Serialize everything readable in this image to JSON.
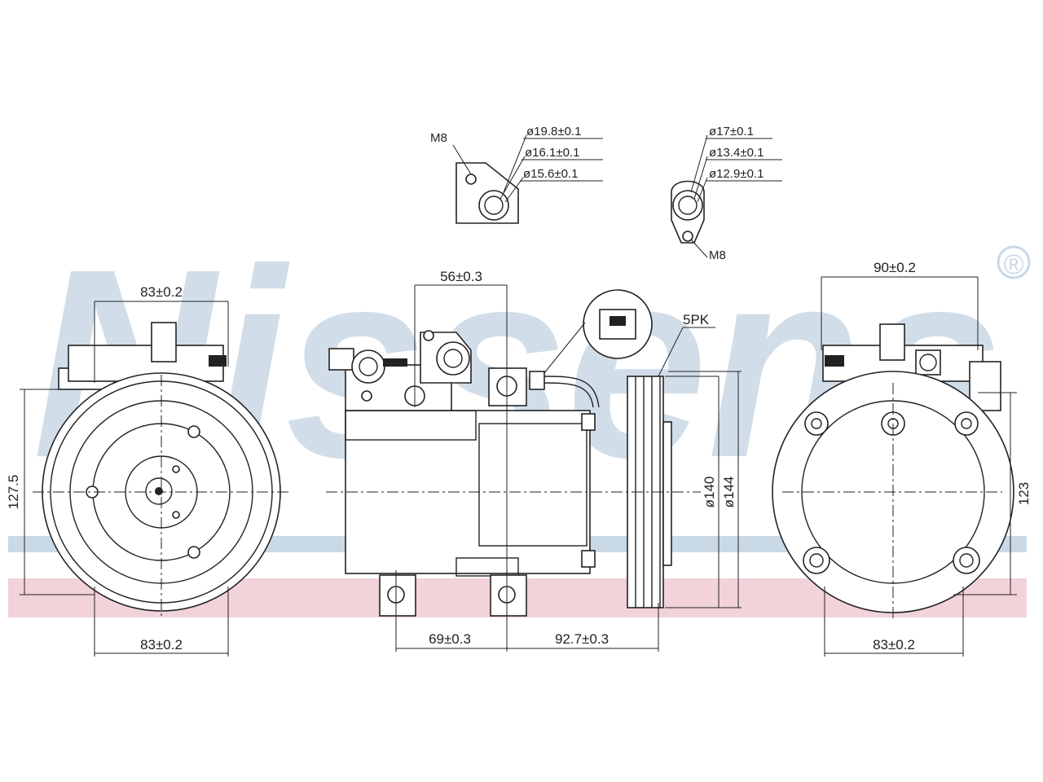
{
  "watermark": {
    "brand": "Nissens",
    "registered_mark": "®",
    "blue_color": "#c9d9e6",
    "pink_color": "#f2d3da"
  },
  "dimensions": {
    "front_top_width": "83±0.2",
    "front_bottom_width": "83±0.2",
    "front_height": "127.5",
    "side_top_offset": "56±0.3",
    "side_mount_distance": "69±0.3",
    "side_pulley_distance": "92.7±0.3",
    "pulley_diameter_inner": "ø140",
    "pulley_diameter_outer": "ø144",
    "belt": "5PK",
    "rear_top_width": "90±0.2",
    "rear_bottom_width": "83±0.2",
    "rear_height": "123"
  },
  "fitting_left": {
    "thread": "M8",
    "d1": "ø19.8±0.1",
    "d2": "ø16.1±0.1",
    "d3": "ø15.6±0.1"
  },
  "fitting_right": {
    "thread": "M8",
    "d1": "ø17±0.1",
    "d2": "ø13.4±0.1",
    "d3": "ø12.9±0.1"
  }
}
